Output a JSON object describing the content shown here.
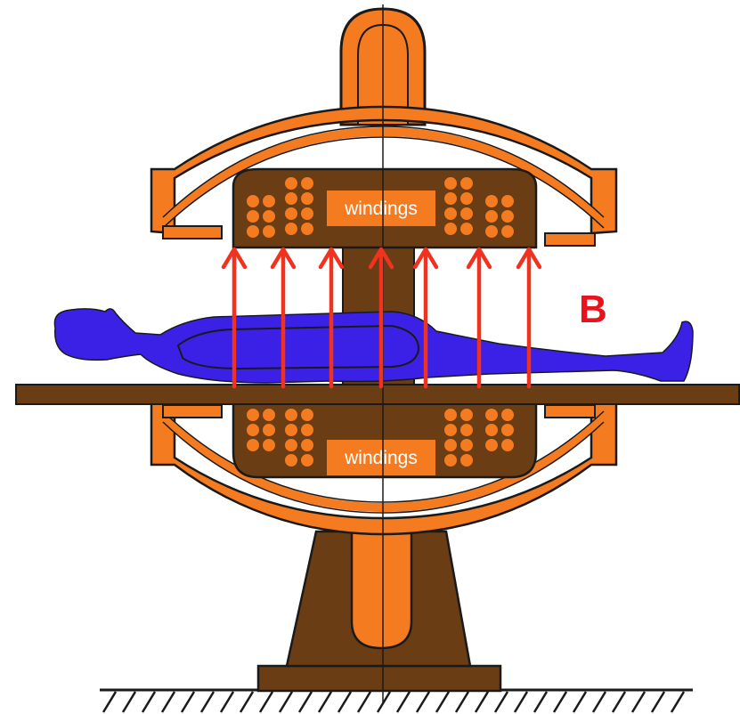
{
  "labels": {
    "upper_windings": "windings",
    "lower_windings": "windings",
    "field": "B"
  },
  "colors": {
    "frame_brown": "#6b3d14",
    "coil_orange": "#f47b20",
    "outline": "#1a1a1a",
    "patient_blue": "#3b21e6",
    "field_arrow_red": "#f0321e",
    "field_label_red": "#e8141c"
  },
  "icons": {
    "field_arrows": "arrow-up-icon",
    "patient": "human-figure-icon",
    "floor": "floor-hatch-icon"
  }
}
